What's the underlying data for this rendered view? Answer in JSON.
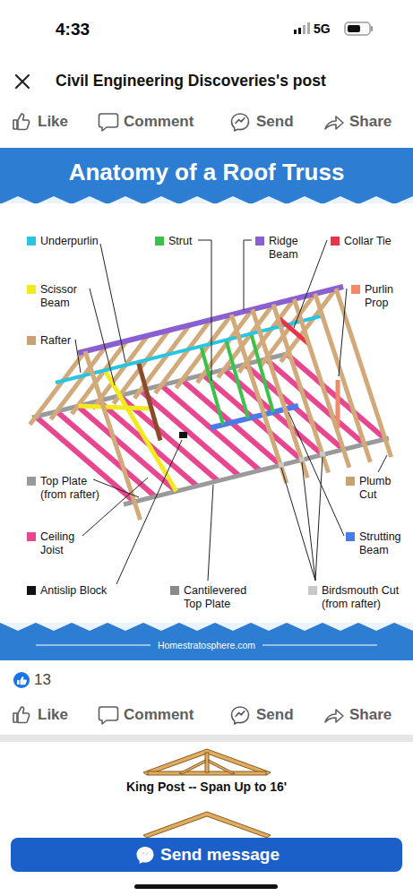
{
  "diagram": {
    "title": "Civil Engineering Discoveries's post",
    "nodes": [
      {
        "text": [
          "Anatomy of a Roof Truss"
        ]
      },
      {
        "text": [
          "Homestratosphere.com"
        ]
      },
      {
        "text": [
          "Send message"
        ]
      }
    ],
    "labels": [
      "4:33",
      "5G",
      "Like",
      "Comment",
      "Send",
      "Share",
      "13",
      "Like",
      "Comment",
      "Send",
      "Share",
      "King Post -- Span Up to 16'"
    ],
    "legend": [
      {
        "text": "Underpurlin",
        "color": "#29c4e0"
      },
      {
        "text": "Strut",
        "color": "#3cc24a"
      },
      {
        "text": "Ridge Beam",
        "color": "#8a5fd0"
      },
      {
        "text": "Collar Tie",
        "color": "#e8334a"
      },
      {
        "text": "Scissor Beam",
        "color": "#f2ea1e"
      },
      {
        "text": "Purlin Prop",
        "color": "#f08a6a"
      },
      {
        "text": "Rafter",
        "color": "#c9a273"
      },
      {
        "text": "Top Plate (from rafter)",
        "color": "#9a9a9a"
      },
      {
        "text": "Plumb Cut",
        "color": "#c9a273"
      },
      {
        "text": "Ceiling Joist",
        "color": "#e8478f"
      },
      {
        "text": "Strutting Beam",
        "color": "#4a7be8"
      },
      {
        "text": "Antislip Block",
        "color": "#111111"
      },
      {
        "text": "Cantilevered Top Plate",
        "color": "#8a8a8a"
      },
      {
        "text": "Birdsmouth Cut (from rafter)",
        "color": "#c8c8c8"
      }
    ]
  }
}
